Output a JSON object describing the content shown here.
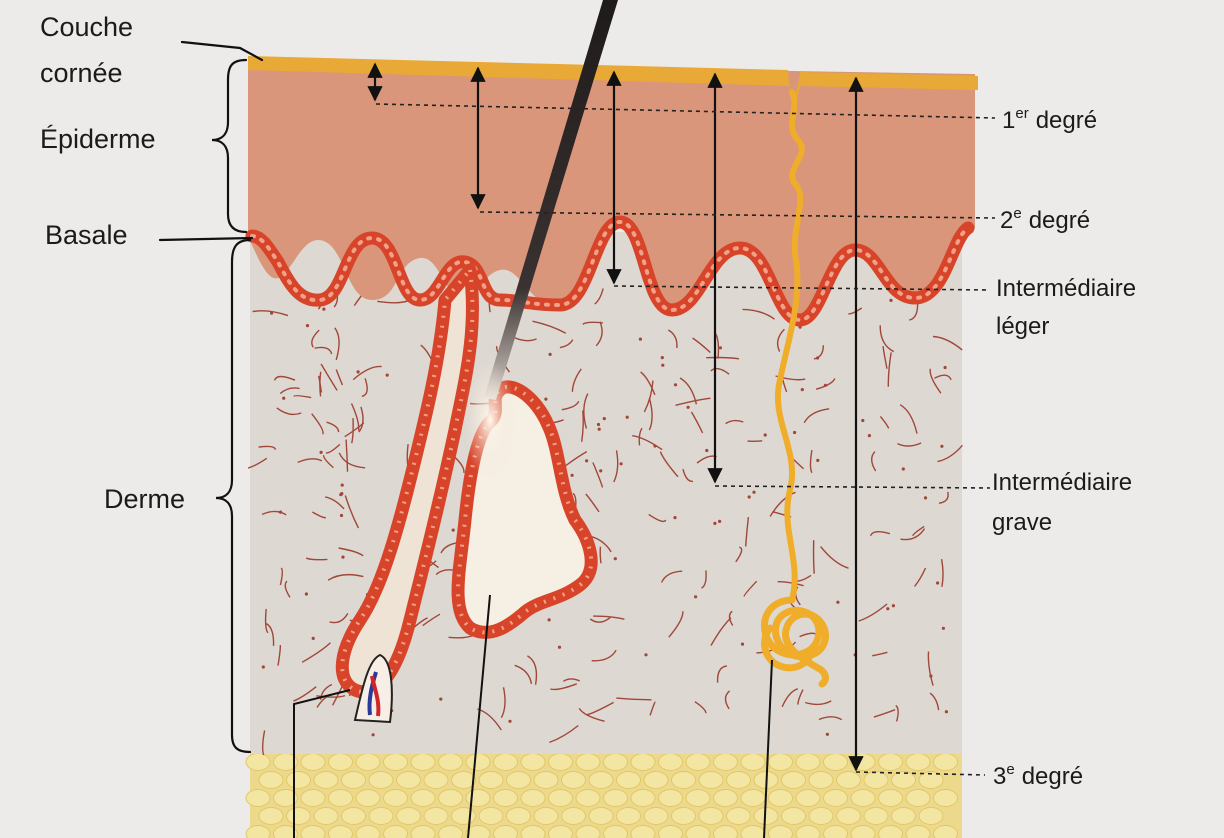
{
  "diagram": {
    "left_labels": {
      "couche_line1": "Couche",
      "couche_line2": "cornée",
      "epiderme": "Épiderme",
      "basale": "Basale",
      "derme": "Derme"
    },
    "right_labels": {
      "deg1_num": "1",
      "deg1_sup": "er",
      "deg1_word": "degré",
      "deg2_num": "2",
      "deg2_sup": "e",
      "deg2_word": "degré",
      "leger_line1": "Intermédiaire",
      "leger_line2": "léger",
      "grave_line1": "Intermédiaire",
      "grave_line2": "grave",
      "deg3_num": "3",
      "deg3_sup": "e",
      "deg3_word": "degré"
    },
    "colors": {
      "stratum_corneum": "#e8a936",
      "epidermis": "#d9967a",
      "basal_layer": "#d8442a",
      "dermis": "#ddd8d1",
      "dermis_fibers": "#a0473a",
      "sweat_gland": "#efad2a",
      "hair_shaft": "#2b2726",
      "hypodermis_fat": "#f3e6a3",
      "arrows": "#111111"
    }
  }
}
